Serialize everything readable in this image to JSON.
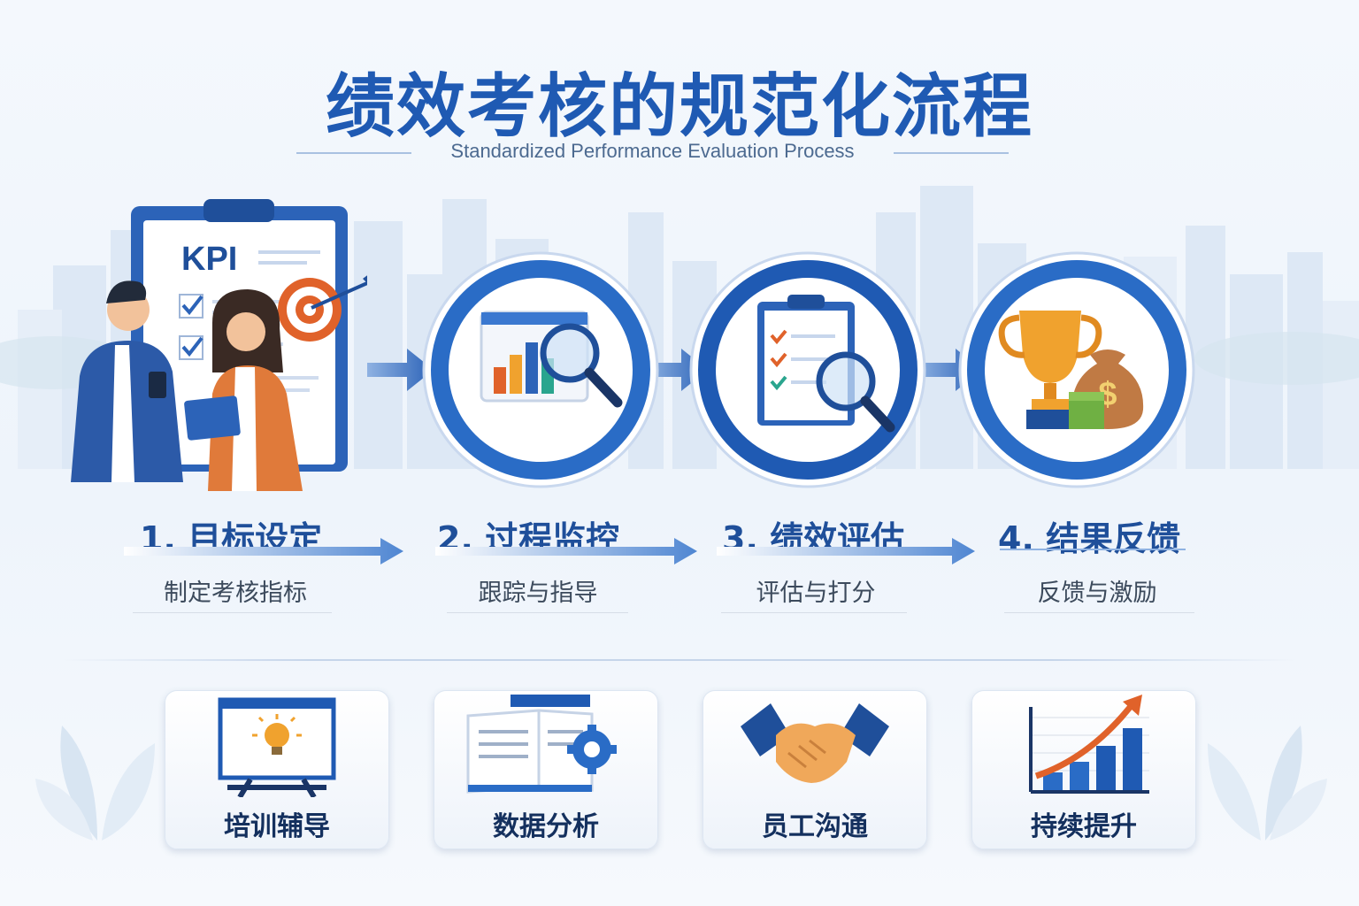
{
  "title": "绩效考核的规范化流程",
  "subtitle": "Standardized Performance Evaluation Process",
  "hero": {
    "kpi_label": "KPI"
  },
  "steps": [
    {
      "title": "1. 目标设定",
      "desc": "制定考核指标",
      "icon": "kpi-clipboard-team-icon"
    },
    {
      "title": "2. 过程监控",
      "desc": "跟踪与指导",
      "icon": "chart-magnifier-icon"
    },
    {
      "title": "3. 绩效评估",
      "desc": "评估与打分",
      "icon": "checklist-magnifier-icon"
    },
    {
      "title": "4. 结果反馈",
      "desc": "反馈与激励",
      "icon": "trophy-money-icon"
    }
  ],
  "cards": [
    {
      "label": "培训辅导",
      "icon": "presentation-lightbulb-icon"
    },
    {
      "label": "数据分析",
      "icon": "document-gear-icon"
    },
    {
      "label": "员工沟通",
      "icon": "handshake-icon"
    },
    {
      "label": "持续提升",
      "icon": "growth-chart-icon"
    }
  ],
  "colors": {
    "primary": "#1f5ab3",
    "accent_orange": "#e0622a",
    "step_title": "#1f4f9a"
  }
}
